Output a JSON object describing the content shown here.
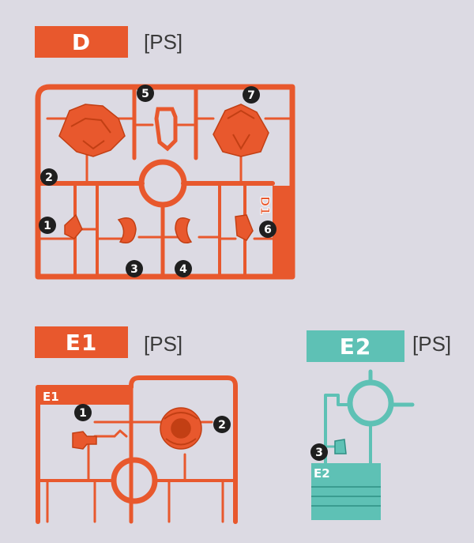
{
  "colors": {
    "background": "#dcdae3",
    "orange": "#e8582d",
    "orange_dark": "#c23f14",
    "teal": "#5ec1b5",
    "teal_dark": "#2f8f84",
    "marker": "#1f1f1f",
    "text": "#3a3a3a"
  },
  "sections": {
    "d": {
      "letter": "D",
      "material": "[PS]",
      "stamp": "D1"
    },
    "e1": {
      "letter": "E1",
      "material": "[PS]",
      "stamp": "E1"
    },
    "e2": {
      "letter": "E2",
      "material": "[PS]",
      "stamp": "E2"
    }
  },
  "markers": {
    "d": [
      "5",
      "7",
      "2",
      "1",
      "6",
      "3",
      "4"
    ],
    "e1": [
      "1",
      "2"
    ],
    "e2": [
      "3"
    ]
  }
}
